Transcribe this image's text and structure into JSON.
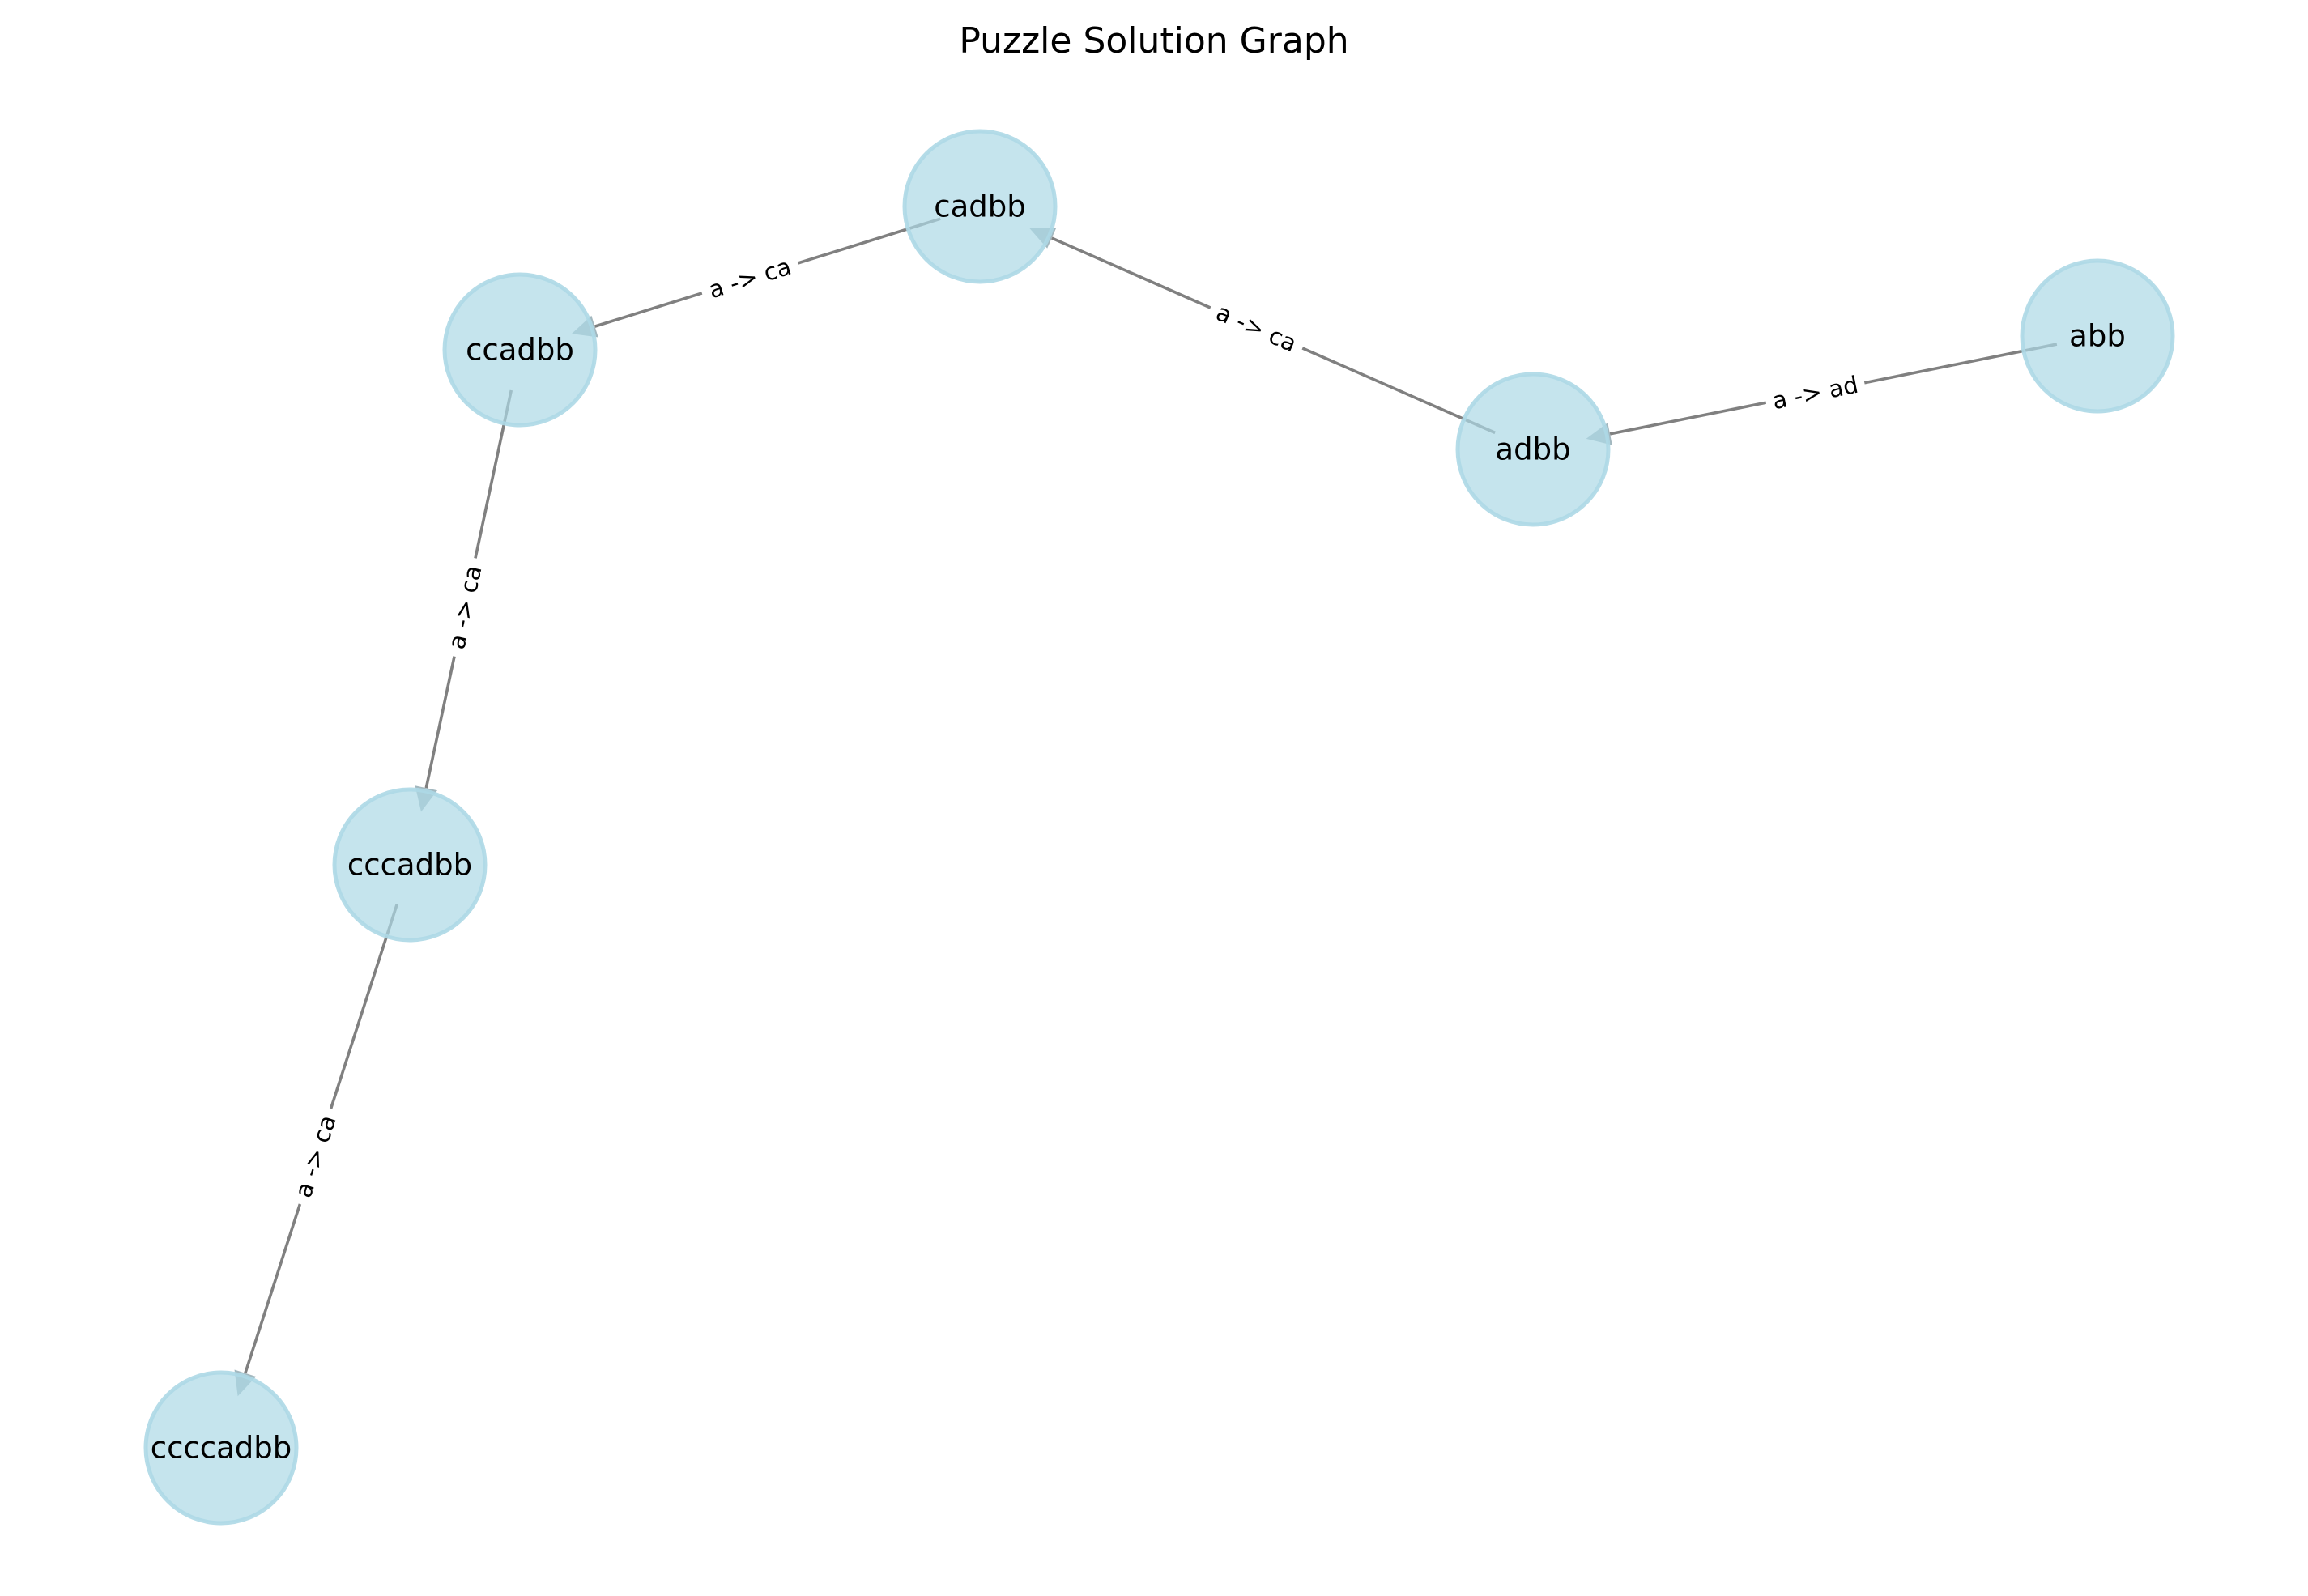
{
  "title": "Puzzle Solution Graph",
  "colors": {
    "node_fill": "#add8e6",
    "node_stroke": "#add8e6",
    "edge": "#808080",
    "arrow": "#a3b8bf",
    "text": "#000000"
  },
  "nodes": [
    {
      "id": "abb",
      "label": "abb"
    },
    {
      "id": "adbb",
      "label": "adbb"
    },
    {
      "id": "cadbb",
      "label": "cadbb"
    },
    {
      "id": "ccadbb",
      "label": "ccadbb"
    },
    {
      "id": "cccadbb",
      "label": "cccadbb"
    },
    {
      "id": "ccccadbb",
      "label": "ccccadbb"
    }
  ],
  "edges": [
    {
      "source": "abb",
      "target": "adbb",
      "label": "a -> ad"
    },
    {
      "source": "adbb",
      "target": "cadbb",
      "label": "a -> ca"
    },
    {
      "source": "cadbb",
      "target": "ccadbb",
      "label": "a -> ca"
    },
    {
      "source": "ccadbb",
      "target": "cccadbb",
      "label": "a -> ca"
    },
    {
      "source": "cccadbb",
      "target": "ccccadbb",
      "label": "a -> ca"
    }
  ]
}
